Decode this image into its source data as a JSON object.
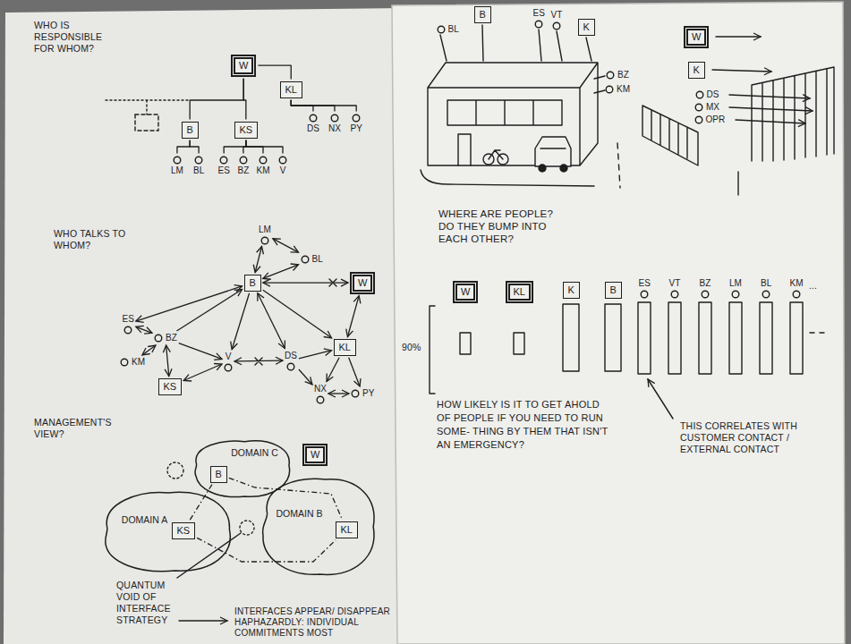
{
  "diagram": {
    "nodes": [
      {
        "text": [
          "W"
        ]
      },
      {
        "text": [
          "KL"
        ]
      },
      {
        "text": [
          "B"
        ]
      },
      {
        "text": [
          "KS"
        ]
      },
      {
        "text": [
          "DS"
        ]
      },
      {
        "text": [
          "NX"
        ]
      },
      {
        "text": [
          "PY"
        ]
      },
      {
        "text": [
          "LM"
        ]
      },
      {
        "text": [
          "BL"
        ]
      },
      {
        "text": [
          "ES"
        ]
      },
      {
        "text": [
          "BZ"
        ]
      },
      {
        "text": [
          "KM"
        ]
      },
      {
        "text": [
          "V"
        ]
      },
      {
        "text": [
          "LM"
        ]
      },
      {
        "text": [
          "BL"
        ]
      },
      {
        "text": [
          "B"
        ]
      },
      {
        "text": [
          "W"
        ]
      },
      {
        "text": [
          "ES"
        ]
      },
      {
        "text": [
          "BZ"
        ]
      },
      {
        "text": [
          "KM"
        ]
      },
      {
        "text": [
          "V"
        ]
      },
      {
        "text": [
          "DS"
        ]
      },
      {
        "text": [
          "KL"
        ]
      },
      {
        "text": [
          "KS"
        ]
      },
      {
        "text": [
          "NX"
        ]
      },
      {
        "text": [
          "PY"
        ]
      },
      {
        "text": [
          "DOMAIN C"
        ]
      },
      {
        "text": [
          "B"
        ],
        "in": 26
      },
      {
        "text": [
          "W"
        ]
      },
      {
        "text": [
          "DOMAIN A"
        ]
      },
      {
        "text": [
          "KS"
        ],
        "in": 29
      },
      {
        "text": [
          "DOMAIN B"
        ]
      },
      {
        "text": [
          "KL"
        ],
        "in": 31
      },
      {
        "text": [
          "B"
        ]
      },
      {
        "text": [
          "BL"
        ]
      },
      {
        "text": [
          "ES"
        ]
      },
      {
        "text": [
          "VT"
        ]
      },
      {
        "text": [
          "K"
        ]
      },
      {
        "text": [
          "BZ"
        ]
      },
      {
        "text": [
          "KM"
        ]
      },
      {
        "text": [
          "W"
        ]
      },
      {
        "text": [
          "K"
        ]
      },
      {
        "text": [
          "DS"
        ]
      },
      {
        "text": [
          "MX"
        ]
      },
      {
        "text": [
          "OPR"
        ]
      },
      {
        "text": [
          "W"
        ]
      },
      {
        "text": [
          "KL"
        ]
      },
      {
        "text": [
          "K"
        ]
      },
      {
        "text": [
          "B"
        ]
      },
      {
        "text": [
          "ES"
        ]
      },
      {
        "text": [
          "VT"
        ]
      },
      {
        "text": [
          "BZ"
        ]
      },
      {
        "text": [
          "LM"
        ]
      },
      {
        "text": [
          "BL"
        ]
      },
      {
        "text": [
          "KM"
        ]
      }
    ],
    "edges": [
      {
        "from": 0,
        "to": 1,
        "arrow": "none"
      },
      {
        "from": 0,
        "to": 2,
        "arrow": "none"
      },
      {
        "from": 0,
        "to": 3,
        "arrow": "none"
      },
      {
        "from": 1,
        "to": 4,
        "arrow": "none"
      },
      {
        "from": 1,
        "to": 5,
        "arrow": "none"
      },
      {
        "from": 1,
        "to": 6,
        "arrow": "none"
      },
      {
        "from": 2,
        "to": 7,
        "arrow": "none"
      },
      {
        "from": 2,
        "to": 8,
        "arrow": "none"
      },
      {
        "from": 3,
        "to": 9,
        "arrow": "none"
      },
      {
        "from": 3,
        "to": 10,
        "arrow": "none"
      },
      {
        "from": 3,
        "to": 11,
        "arrow": "none"
      },
      {
        "from": 3,
        "to": 12,
        "arrow": "none"
      },
      {
        "from": 15,
        "to": 13,
        "arrow": "both"
      },
      {
        "from": 13,
        "to": 14,
        "arrow": "both"
      },
      {
        "from": 14,
        "to": 15,
        "arrow": "both"
      },
      {
        "from": 15,
        "to": 16,
        "arrow": "both"
      },
      {
        "from": 17,
        "to": 15,
        "arrow": "both"
      },
      {
        "from": 18,
        "to": 15,
        "arrow": "to"
      },
      {
        "from": 18,
        "to": 17,
        "arrow": "both"
      },
      {
        "from": 19,
        "to": 18,
        "arrow": "both"
      },
      {
        "from": 18,
        "to": 23,
        "arrow": "both"
      },
      {
        "from": 18,
        "to": 20,
        "arrow": "to"
      },
      {
        "from": 15,
        "to": 20,
        "arrow": "to"
      },
      {
        "from": 15,
        "to": 21,
        "arrow": "both"
      },
      {
        "from": 16,
        "to": 22,
        "arrow": "both"
      },
      {
        "from": 20,
        "to": 21,
        "arrow": "both"
      },
      {
        "from": 23,
        "to": 20,
        "arrow": "both"
      },
      {
        "from": 21,
        "to": 22,
        "arrow": "to"
      },
      {
        "from": 21,
        "to": 24,
        "arrow": "to"
      },
      {
        "from": 22,
        "to": 24,
        "arrow": "to"
      },
      {
        "from": 22,
        "to": 25,
        "arrow": "to"
      },
      {
        "from": 24,
        "to": 25,
        "arrow": "both"
      },
      {
        "from": 15,
        "to": 22,
        "arrow": "to"
      },
      {
        "from": 27,
        "to": 30,
        "arrow": "none"
      },
      {
        "from": 27,
        "to": 32,
        "arrow": "none"
      },
      {
        "from": 30,
        "to": 32,
        "arrow": "none"
      }
    ],
    "labels": [
      "WHO IS RESPONSIBLE FOR WHOM?",
      "WHO TALKS TO WHOM?",
      "MANAGEMENT'S VIEW?",
      "QUANTUM VOID OF INTERFACE STRATEGY",
      "INTERFACES APPEAR/ DISAPPEAR HAPHAZARDLY: INDIVIDUAL COMMITMENTS MOST",
      "WHERE ARE PEOPLE? DO THEY BUMP INTO EACH OTHER?",
      "...",
      "90%",
      "HOW LIKELY IS IT TO GET AHOLD OF PEOPLE IF YOU NEED TO RUN SOME- THING BY THEM THAT ISN'T AN EMERGENCY?",
      "THIS CORRELATES WITH CUSTOMER CONTACT / EXTERNAL CONTACT"
    ]
  }
}
